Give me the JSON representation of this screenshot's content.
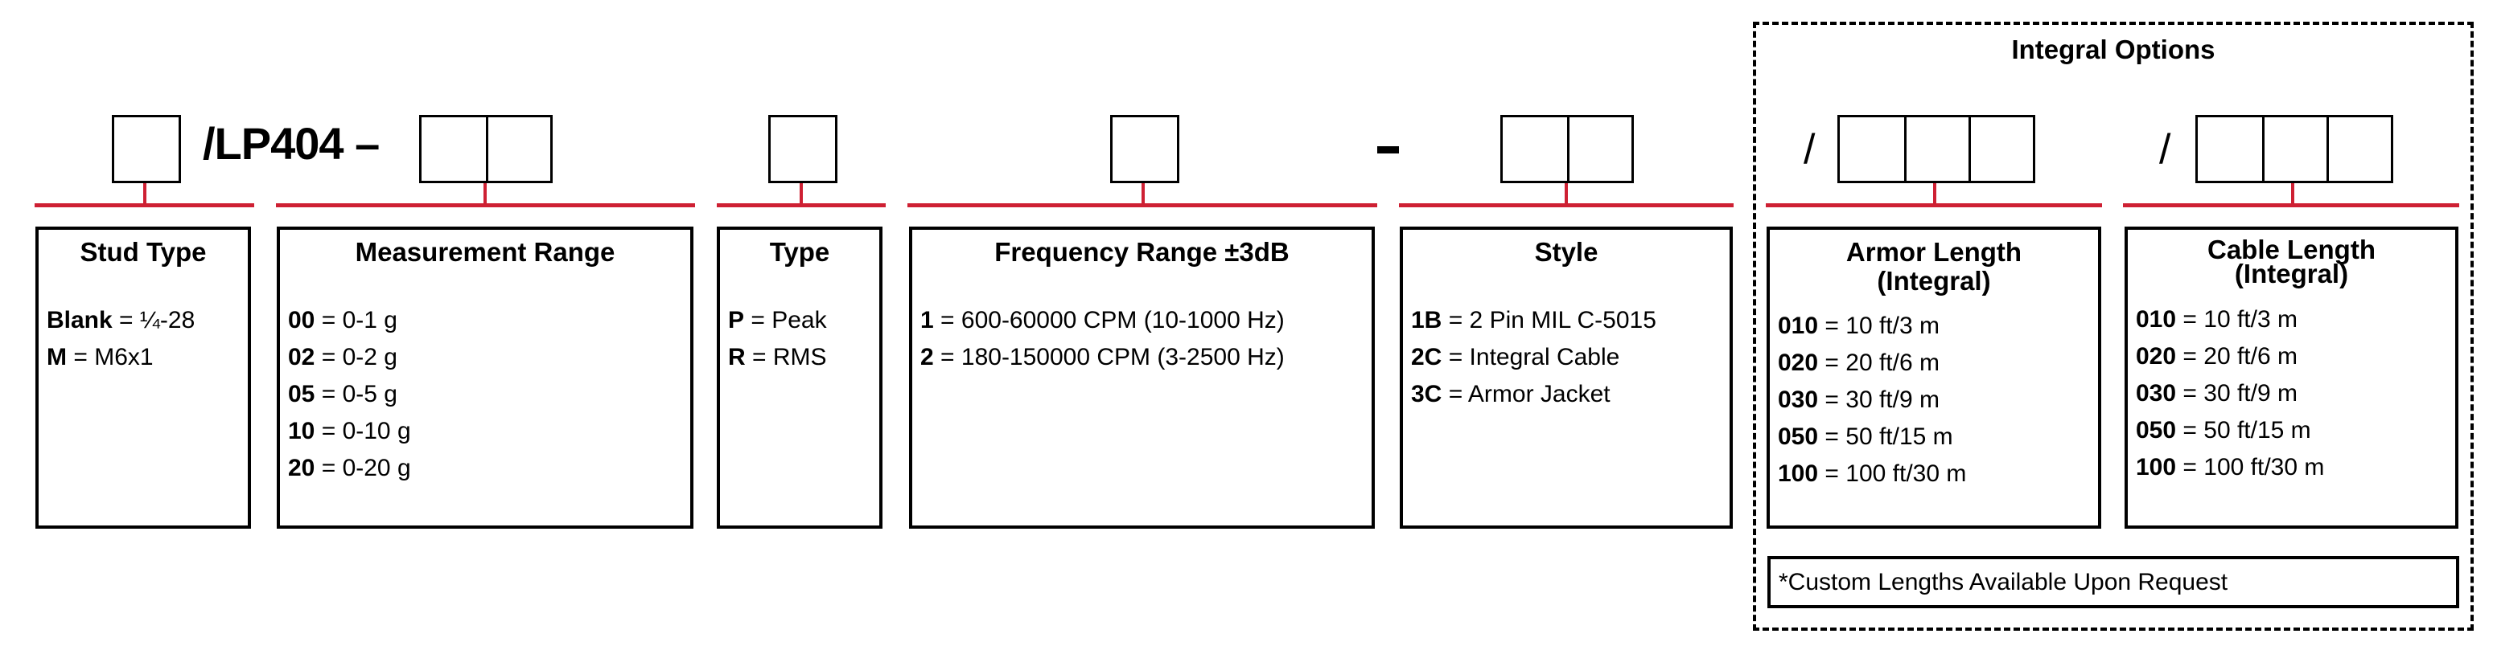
{
  "model": {
    "prefix_label": "/LP404 –",
    "dash_separator": "–",
    "slash_armor": "/",
    "slash_cable": "/"
  },
  "colors": {
    "connector_red": "#CE2033",
    "border_black": "#000000"
  },
  "integral_options": {
    "title": "Integral Options",
    "footnote": "*Custom Lengths Available Upon Request"
  },
  "sections": {
    "stud_type": {
      "title": "Stud Type",
      "code_digits": 1,
      "items": [
        {
          "code": "Blank",
          "desc": "= ¼-28"
        },
        {
          "code": "M",
          "desc": "= M6x1"
        }
      ]
    },
    "measurement_range": {
      "title": "Measurement Range",
      "code_digits": 2,
      "items": [
        {
          "code": "00",
          "desc": "= 0-1 g"
        },
        {
          "code": "02",
          "desc": "= 0-2 g"
        },
        {
          "code": "05",
          "desc": "= 0-5 g"
        },
        {
          "code": "10",
          "desc": "= 0-10 g"
        },
        {
          "code": "20",
          "desc": "= 0-20 g"
        }
      ]
    },
    "type": {
      "title": "Type",
      "code_digits": 1,
      "items": [
        {
          "code": "P",
          "desc": "= Peak"
        },
        {
          "code": "R",
          "desc": "= RMS"
        }
      ]
    },
    "frequency_range": {
      "title": "Frequency Range ±3dB",
      "code_digits": 1,
      "items": [
        {
          "code": "1",
          "desc": "= 600-60000 CPM (10-1000 Hz)"
        },
        {
          "code": "2",
          "desc": "= 180-150000 CPM (3-2500 Hz)"
        }
      ]
    },
    "style": {
      "title": "Style",
      "code_digits": 2,
      "items": [
        {
          "code": "1B",
          "desc": "= 2 Pin MIL C-5015"
        },
        {
          "code": "2C",
          "desc": "= Integral Cable"
        },
        {
          "code": "3C",
          "desc": "= Armor Jacket"
        }
      ]
    },
    "armor_length": {
      "title_line1": "Armor Length",
      "title_line2": "(Integral)",
      "code_digits": 3,
      "items": [
        {
          "code": "010",
          "desc": "= 10 ft/3 m"
        },
        {
          "code": "020",
          "desc": "= 20 ft/6 m"
        },
        {
          "code": "030",
          "desc": "= 30 ft/9 m"
        },
        {
          "code": "050",
          "desc": "= 50 ft/15 m"
        },
        {
          "code": "100",
          "desc": "= 100 ft/30 m"
        }
      ]
    },
    "cable_length": {
      "title_line1": "Cable Length",
      "title_line2": "(Integral)",
      "code_digits": 3,
      "items": [
        {
          "code": "010",
          "desc": "= 10 ft/3 m"
        },
        {
          "code": "020",
          "desc": "= 20 ft/6 m"
        },
        {
          "code": "030",
          "desc": "= 30 ft/9 m"
        },
        {
          "code": "050",
          "desc": "= 50 ft/15 m"
        },
        {
          "code": "100",
          "desc": "= 100 ft/30 m"
        }
      ]
    }
  }
}
